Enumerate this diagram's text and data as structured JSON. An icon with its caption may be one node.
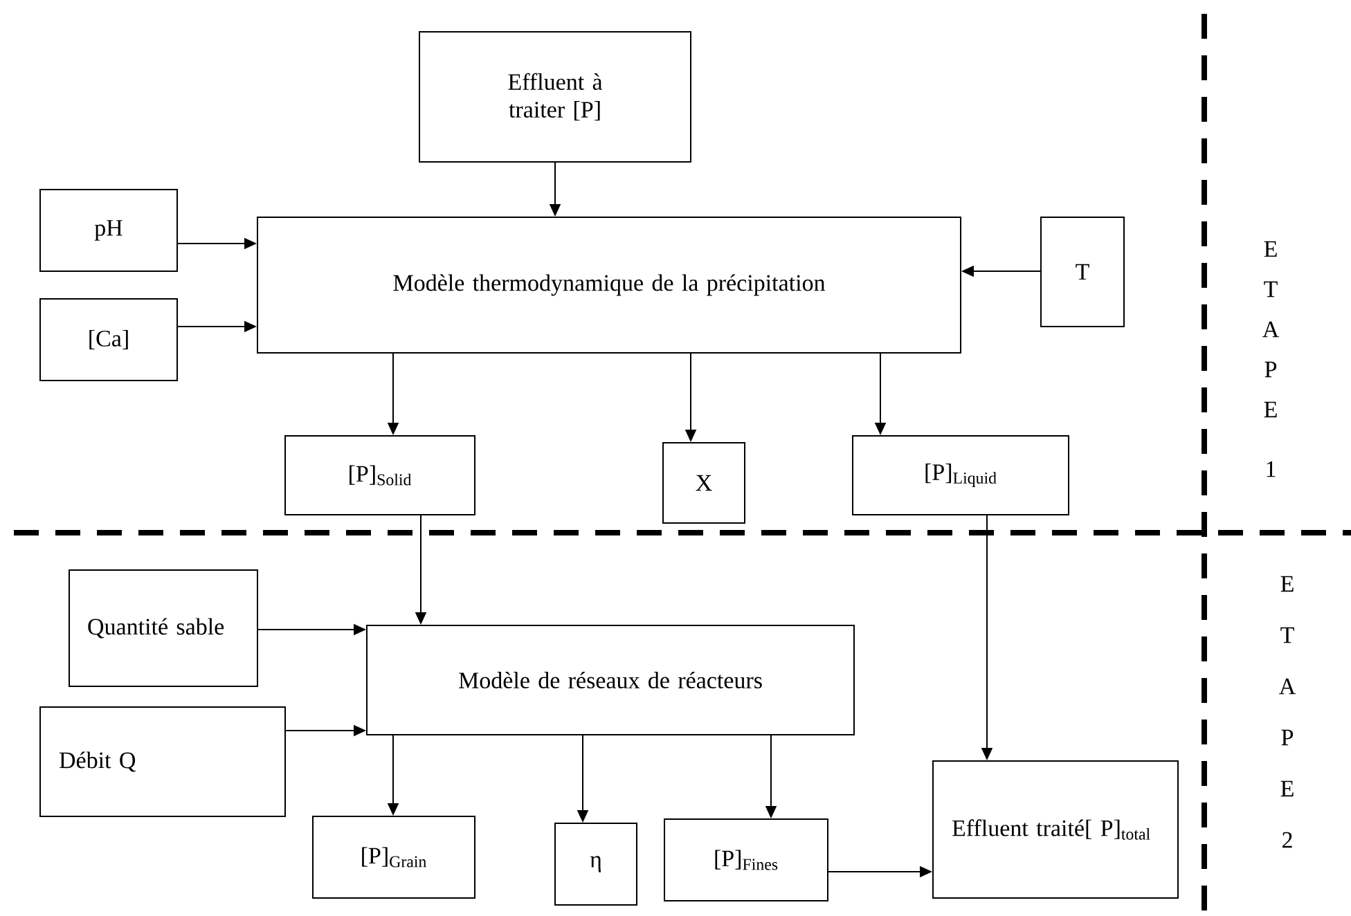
{
  "diagram": {
    "nodes": [
      {
        "text": [
          "Effluent à traiter [P]"
        ]
      },
      {
        "text": [
          "pH"
        ]
      },
      {
        "text": [
          "[Ca]"
        ]
      },
      {
        "text": [
          "Modèle thermodynamique de la précipitation"
        ]
      },
      {
        "text": [
          "T"
        ]
      },
      {
        "text": [
          "[P]$_{Solid}$"
        ]
      },
      {
        "text": [
          "X"
        ]
      },
      {
        "text": [
          "[P]$_{Liquid}$"
        ]
      },
      {
        "text": [
          "Quantité sable"
        ]
      },
      {
        "text": [
          "Débit Q"
        ]
      },
      {
        "text": [
          "Modèle de réseaux de réacteurs"
        ]
      },
      {
        "text": [
          "[P]$_{Grain}$"
        ]
      },
      {
        "text": [
          "η"
        ]
      },
      {
        "text": [
          "[P]$_{Fines}$"
        ]
      },
      {
        "text": [
          "Effluent traité[ P]$_{total}$"
        ]
      }
    ],
    "edges": [
      {
        "from": 0,
        "to": 3,
        "arrow": "to"
      },
      {
        "from": 1,
        "to": 3,
        "arrow": "to"
      },
      {
        "from": 2,
        "to": 3,
        "arrow": "to"
      },
      {
        "from": 4,
        "to": 3,
        "arrow": "to"
      },
      {
        "from": 3,
        "to": 5,
        "arrow": "to"
      },
      {
        "from": 3,
        "to": 6,
        "arrow": "to"
      },
      {
        "from": 3,
        "to": 7,
        "arrow": "to"
      },
      {
        "from": 5,
        "to": 10,
        "arrow": "to"
      },
      {
        "from": 8,
        "to": 10,
        "arrow": "to"
      },
      {
        "from": 9,
        "to": 10,
        "arrow": "to"
      },
      {
        "from": 7,
        "to": 14,
        "arrow": "to"
      },
      {
        "from": 10,
        "to": 11,
        "arrow": "to"
      },
      {
        "from": 10,
        "to": 12,
        "arrow": "to"
      },
      {
        "from": 10,
        "to": 13,
        "arrow": "to"
      },
      {
        "from": 13,
        "to": 14,
        "arrow": "to"
      }
    ],
    "labels": [
      "E",
      "T",
      "A",
      "P",
      "E",
      "1",
      "E",
      "T",
      "A",
      "P",
      "E",
      "2"
    ]
  }
}
